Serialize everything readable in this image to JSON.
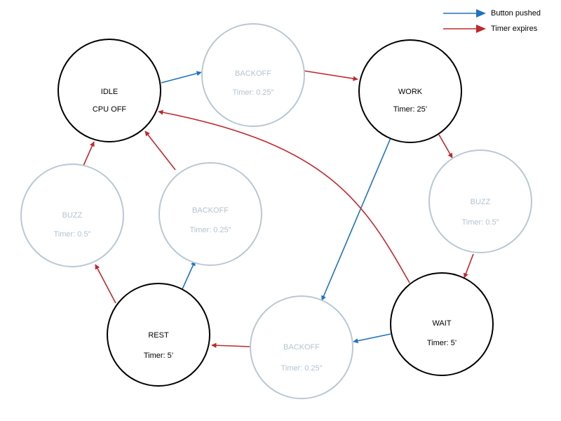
{
  "colors": {
    "button": "#1e73be",
    "timer": "#c0282d",
    "active_stroke": "#000000",
    "faded_stroke": "#b9c8d4",
    "faded_text": "#b3c3cf",
    "active_text": "#000000"
  },
  "legend": {
    "button_label": "Button pushed",
    "timer_label": "Timer expires"
  },
  "states": {
    "idle": {
      "line1": "IDLE",
      "line2": "CPU OFF",
      "active": true
    },
    "backoff_top": {
      "line1": "BACKOFF",
      "line2": "Timer: 0.25″",
      "active": false
    },
    "work": {
      "line1": "WORK",
      "line2": "Timer: 25’",
      "active": true
    },
    "buzz_right": {
      "line1": "BUZZ",
      "line2": "Timer: 0.5″",
      "active": false
    },
    "wait": {
      "line1": "WAIT",
      "line2": "Timer: 5’",
      "active": true
    },
    "backoff_bottom": {
      "line1": "BACKOFF",
      "line2": "Timer: 0.25″",
      "active": false
    },
    "rest": {
      "line1": "REST",
      "line2": "Timer: 5’",
      "active": true
    },
    "buzz_left": {
      "line1": "BUZZ",
      "line2": "Timer: 0.5″",
      "active": false
    },
    "backoff_mid": {
      "line1": "BACKOFF",
      "line2": "Timer: 0.25″",
      "active": false
    }
  }
}
